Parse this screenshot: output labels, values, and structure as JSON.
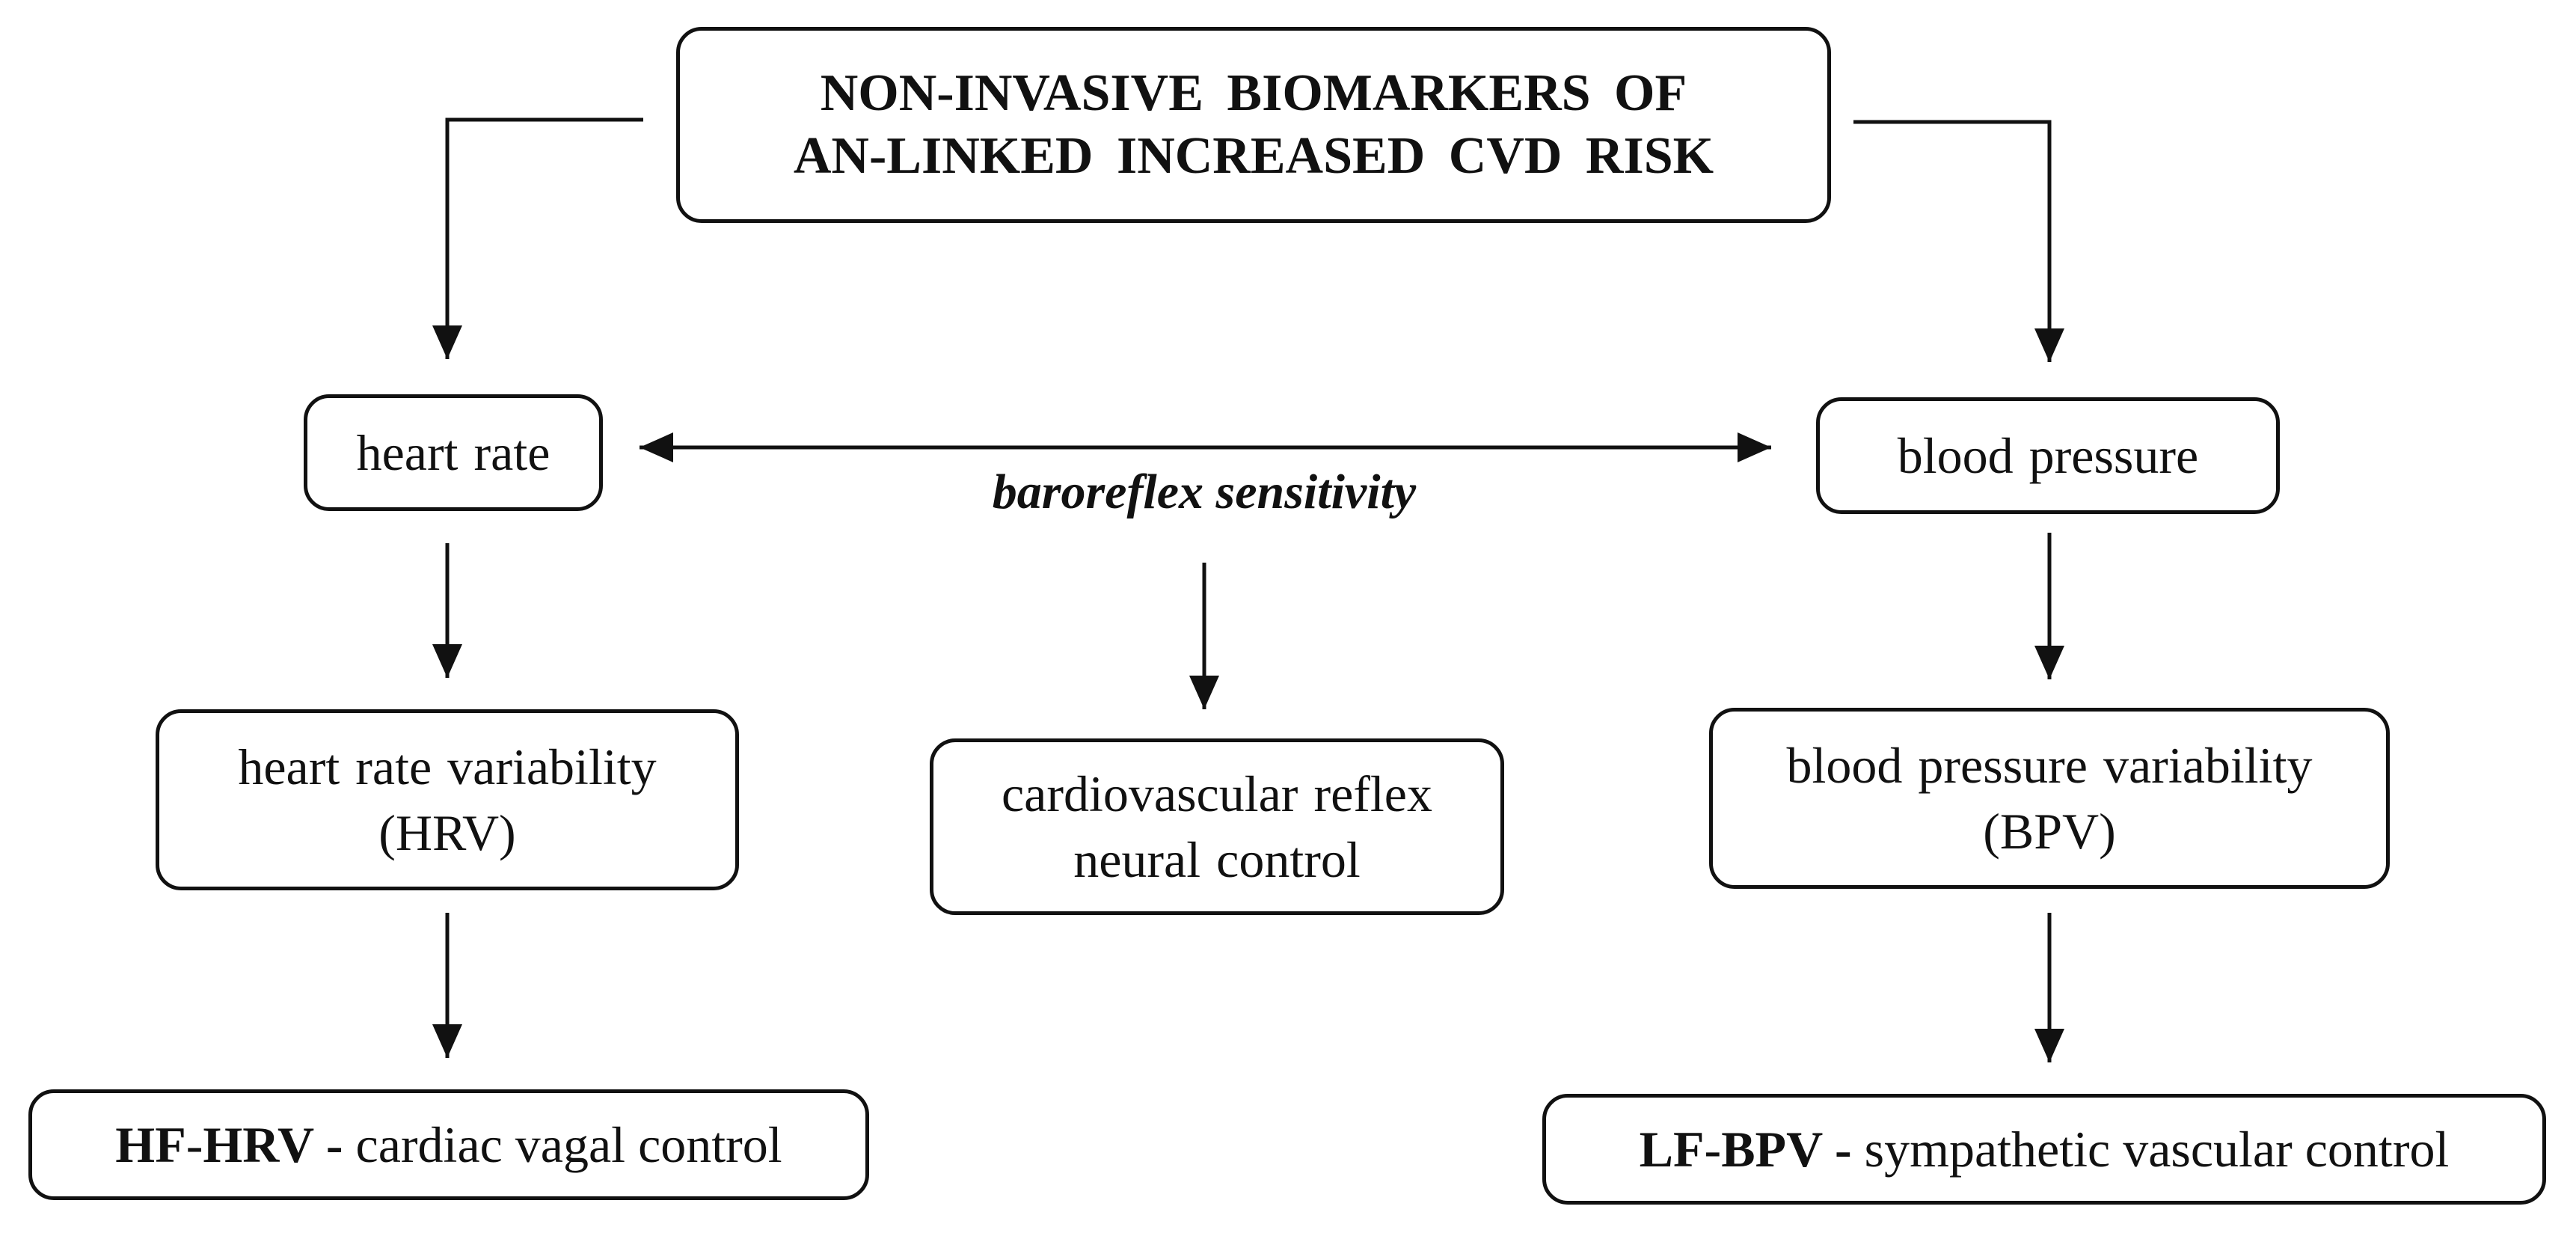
{
  "title": {
    "line1": "NON-INVASIVE BIOMARKERS OF",
    "line2": "AN-LINKED INCREASED CVD RISK"
  },
  "nodes": {
    "heart_rate": "heart rate",
    "blood_pressure": "blood pressure",
    "baroreflex": "baroreflex sensitivity",
    "hrv": {
      "line1": "heart rate variability",
      "line2": "(HRV)"
    },
    "cardio": {
      "line1": "cardiovascular reflex",
      "line2": "neural control"
    },
    "bpv": {
      "line1": "blood pressure variability",
      "line2": "(BPV)"
    },
    "hf_hrv": {
      "term_a": "HF",
      "dash": "-",
      "term_b": "HRV",
      "sep": " - ",
      "desc": "cardiac vagal control"
    },
    "lf_bpv": {
      "term_a": "LF",
      "dash": "-",
      "term_b": "BPV",
      "sep": " - ",
      "desc": "sympathetic vascular control"
    }
  },
  "colors": {
    "stroke": "#111111",
    "background": "#ffffff"
  }
}
